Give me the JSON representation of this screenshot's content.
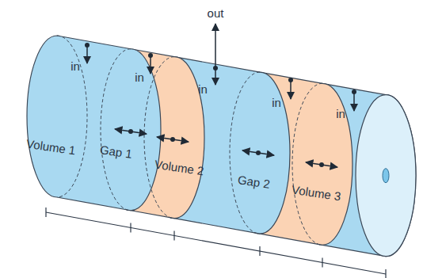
{
  "diagram": {
    "nodes": [
      {
        "text": [
          "Volume 1"
        ]
      },
      {
        "text": [
          "Gap 1"
        ]
      },
      {
        "text": [
          "Volume 2"
        ]
      },
      {
        "text": [
          "Gap 2"
        ]
      },
      {
        "text": [
          "Volume 3"
        ]
      }
    ],
    "labels": [
      "in",
      "in",
      "out",
      "in",
      "in",
      "in"
    ]
  }
}
